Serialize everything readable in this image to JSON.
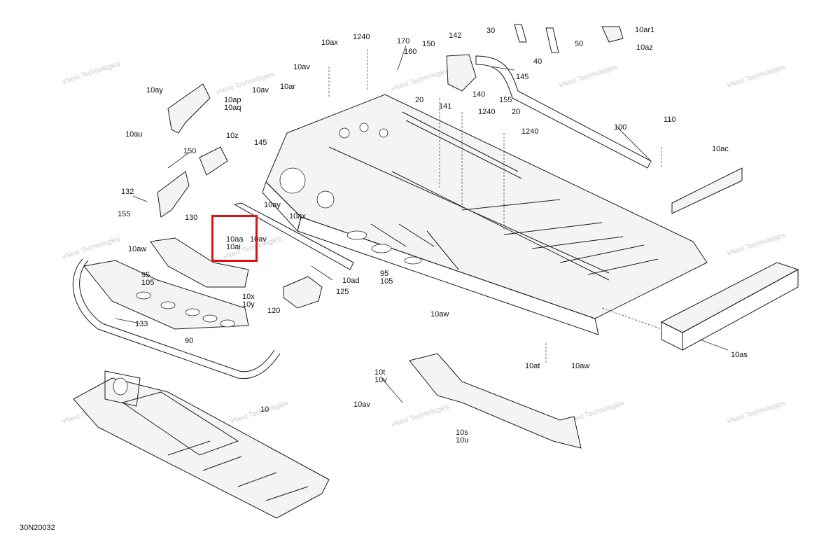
{
  "diagram": {
    "code": "30N20032",
    "watermark": "vNext Technologies",
    "highlight_color": "#e11010",
    "part_labels": [
      "10ax",
      "1240",
      "170",
      "160",
      "150",
      "142",
      "30",
      "50",
      "40",
      "10ar1",
      "10az",
      "10av",
      "10ar",
      "10av",
      "145",
      "140",
      "155",
      "20",
      "141",
      "1240",
      "20",
      "1240",
      "10ay",
      "10ap",
      "10aq",
      "10au",
      "10z",
      "145",
      "150",
      "110",
      "100",
      "10ac",
      "132",
      "155",
      "130",
      "10ay",
      "10ax",
      "10aa",
      "10ai",
      "10av",
      "10aw",
      "95",
      "105",
      "10ad",
      "95",
      "105",
      "125",
      "120",
      "10x",
      "10y",
      "133",
      "90",
      "10aw",
      "10at",
      "10aw",
      "10as",
      "10t",
      "10v",
      "10av",
      "10s",
      "10u",
      "10"
    ],
    "highlighted_labels": [
      "10aa",
      "10ai"
    ]
  }
}
